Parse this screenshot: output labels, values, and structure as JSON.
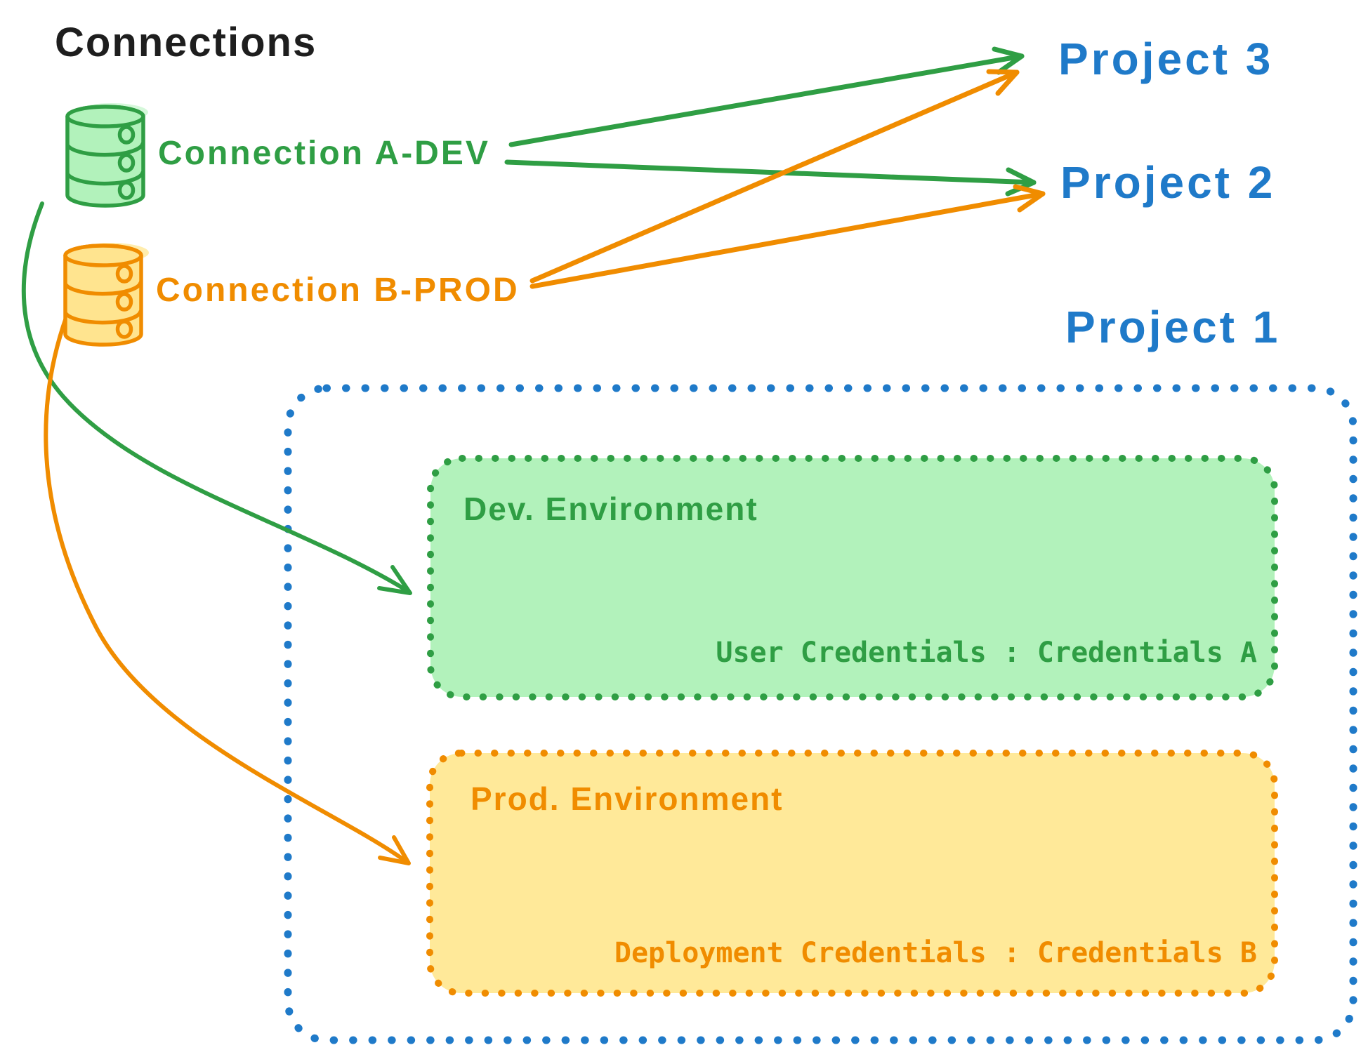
{
  "diagram_title": "Connections",
  "colors": {
    "ink": "#1e1e1e",
    "green": "#2f9e44",
    "green_fill": "#b2f2bb",
    "orange": "#f08c00",
    "orange_fill": "#ffe999",
    "orange_db_fill": "#ffe48f",
    "blue": "#1f7ac9"
  },
  "connections": [
    {
      "label": "Connection A-DEV",
      "icon": "database-icon",
      "color": "green"
    },
    {
      "label": "Connection B-PROD",
      "icon": "database-icon",
      "color": "orange"
    }
  ],
  "projects": [
    {
      "label": "Project 3"
    },
    {
      "label": "Project 2"
    },
    {
      "label": "Project 1"
    }
  ],
  "project1_detail": {
    "environments": [
      {
        "title": "Dev. Environment",
        "credentials": "User Credentials : Credentials A"
      },
      {
        "title": "Prod. Environment",
        "credentials": "Deployment Credentials : Credentials B"
      }
    ]
  },
  "links": [
    {
      "from": "Connection A-DEV",
      "to": "Project 3"
    },
    {
      "from": "Connection A-DEV",
      "to": "Project 2"
    },
    {
      "from": "Connection A-DEV",
      "to": "Dev. Environment"
    },
    {
      "from": "Connection B-PROD",
      "to": "Project 3"
    },
    {
      "from": "Connection B-PROD",
      "to": "Project 2"
    },
    {
      "from": "Connection B-PROD",
      "to": "Prod. Environment"
    }
  ]
}
